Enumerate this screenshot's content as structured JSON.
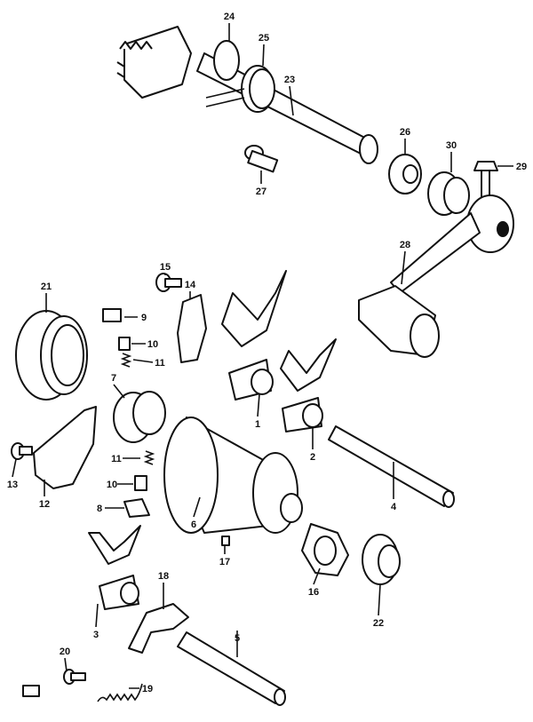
{
  "diagram": {
    "title_hidden": null,
    "callouts": {
      "c1": "1",
      "c2": "2",
      "c3": "3",
      "c4": "4",
      "c5": "5",
      "c6": "6",
      "c7": "7",
      "c8": "8",
      "c9": "9",
      "c10a": "10",
      "c10b": "10",
      "c11a": "11",
      "c11b": "11",
      "c12": "12",
      "c13": "13",
      "c14": "14",
      "c15": "15",
      "c16": "16",
      "c17": "17",
      "c18": "18",
      "c19": "19",
      "c20": "20",
      "c21": "21",
      "c22": "22",
      "c23": "23",
      "c24": "24",
      "c25": "25",
      "c26": "26",
      "c27": "27",
      "c28": "28",
      "c29": "29",
      "c30": "30"
    },
    "colors": {
      "ink": "#111111",
      "paper": "#ffffff"
    }
  }
}
